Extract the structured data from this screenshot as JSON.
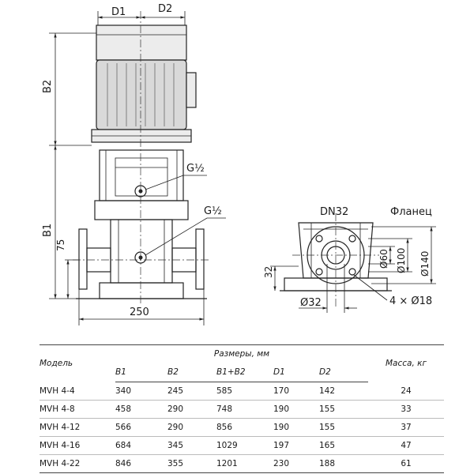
{
  "drawing": {
    "labels": {
      "d1": "D1",
      "d2": "D2",
      "b2": "B2",
      "b1": "B1",
      "dim75": "75",
      "dim250": "250",
      "g_half_top": "G½",
      "g_half_bottom": "G½",
      "dn32": "DN32",
      "flange": "Фланец",
      "dim32": "32",
      "diam32": "Ø32",
      "holes": "4 × Ø18",
      "diam60": "Ø60",
      "diam100": "Ø100",
      "diam140": "Ø140"
    }
  },
  "table": {
    "head_model": "Модель",
    "head_dims": "Размеры, мм",
    "head_mass": "Масса, кг",
    "columns": [
      "B1",
      "B2",
      "B1+B2",
      "D1",
      "D2"
    ],
    "rows": [
      {
        "model": "MVH 4-4",
        "b1": "340",
        "b2": "245",
        "b1b2": "585",
        "d1": "170",
        "d2": "142",
        "mass": "24"
      },
      {
        "model": "MVH 4-8",
        "b1": "458",
        "b2": "290",
        "b1b2": "748",
        "d1": "190",
        "d2": "155",
        "mass": "33"
      },
      {
        "model": "MVH 4-12",
        "b1": "566",
        "b2": "290",
        "b1b2": "856",
        "d1": "190",
        "d2": "155",
        "mass": "37"
      },
      {
        "model": "MVH 4-16",
        "b1": "684",
        "b2": "345",
        "b1b2": "1029",
        "d1": "197",
        "d2": "165",
        "mass": "47"
      },
      {
        "model": "MVH 4-22",
        "b1": "846",
        "b2": "355",
        "b1b2": "1201",
        "d1": "230",
        "d2": "188",
        "mass": "61"
      }
    ]
  }
}
